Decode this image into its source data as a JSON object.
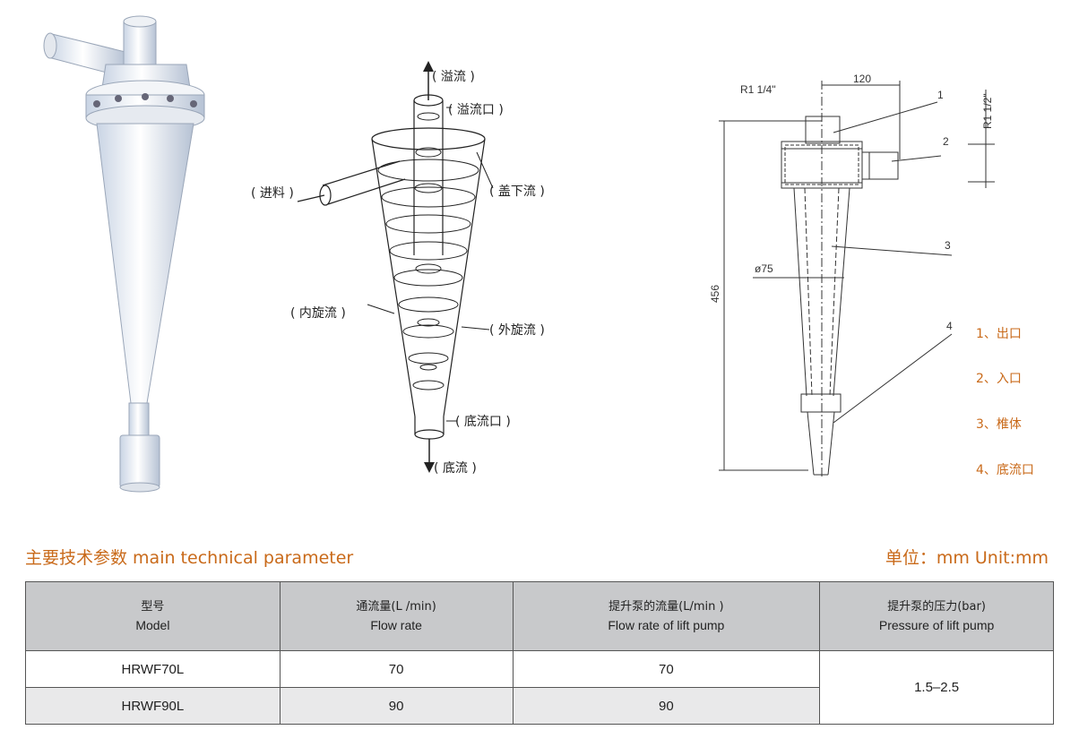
{
  "diagram": {
    "labels": {
      "overflow": "( 溢流 )",
      "overflow_port": "( 溢流口 )",
      "feed": "( 进料 )",
      "under_cap_flow": "( 盖下流 )",
      "inner_vortex": "( 内旋流 )",
      "outer_vortex": "( 外旋流 )",
      "underflow_port": "( 底流口 )",
      "underflow": "( 底流 )"
    }
  },
  "drawing": {
    "dims": {
      "width_120": "120",
      "r1_quarter": "R1 1/4\"",
      "r1_half": "R1 1/2\"",
      "height_456": "456",
      "dia_75": "ø75"
    },
    "callouts": [
      "1",
      "2",
      "3",
      "4"
    ],
    "legend": [
      "1、出口",
      "2、入口",
      "3、椎体",
      "4、底流口"
    ]
  },
  "section": {
    "title": "主要技术参数 main technical parameter",
    "unit": "单位：mm  Unit:mm"
  },
  "table": {
    "headers": [
      {
        "zh": "型号",
        "en": "Model"
      },
      {
        "zh": "通流量(L /min)",
        "en": "Flow rate"
      },
      {
        "zh": "提升泵的流量(L/min )",
        "en": "Flow rate of lift pump"
      },
      {
        "zh": "提升泵的压力(bar)",
        "en": "Pressure of lift pump"
      }
    ],
    "rows": [
      {
        "model": "HRWF70L",
        "flow": "70",
        "pump_flow": "70"
      },
      {
        "model": "HRWF90L",
        "flow": "90",
        "pump_flow": "90"
      }
    ],
    "pressure": "1.5–2.5"
  },
  "colors": {
    "accent": "#c96a1a",
    "header_bg": "#c8c9cb",
    "zebra_bg": "#e9e9ea"
  }
}
